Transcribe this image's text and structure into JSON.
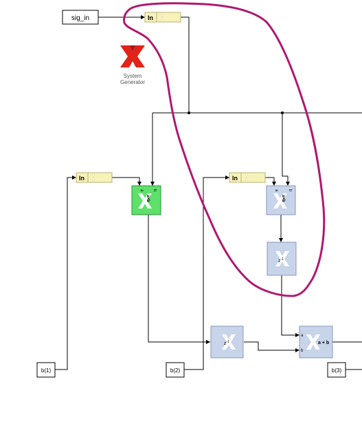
{
  "sources": {
    "sig_in": "sig_in",
    "b1": "b(1)",
    "b2": "b(2)",
    "b3": "b(3)"
  },
  "gateways": {
    "in_label": "In"
  },
  "logo": {
    "line1": "System",
    "line2": "Generator"
  },
  "mult_ports": {
    "a": "a",
    "b": "b",
    "out": "a×b"
  },
  "delay": {
    "z": "z",
    "exp": "-1"
  },
  "adder": {
    "a": "a",
    "b": "b",
    "label": "a + b"
  },
  "colors": {
    "gateway_fill": "#f7f3b8",
    "mult_green": "#5ee06a",
    "block_blue": "#c7d4ea",
    "annotation": "#b0186e",
    "wire": "#000000",
    "logo_red": "#e2231a"
  }
}
